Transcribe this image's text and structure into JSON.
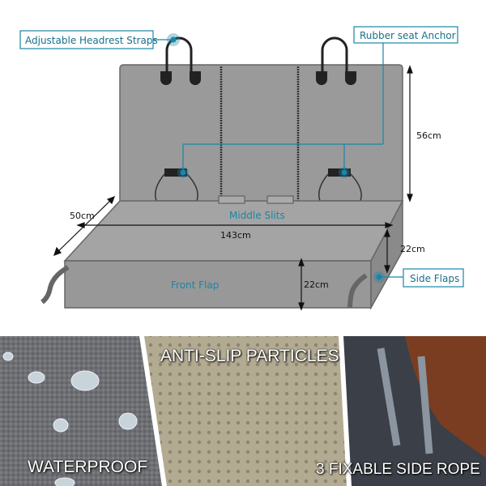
{
  "callouts": {
    "headrest_straps": "Adjustable Headrest Straps",
    "rubber_anchor": "Rubber seat Anchor",
    "side_flaps": "Side Flaps",
    "middle_slits": "Middle Slits",
    "front_flap": "Front Flap"
  },
  "dimensions": {
    "back_height": "56cm",
    "seat_depth": "50cm",
    "width": "143cm",
    "front_flap_height": "22cm",
    "side_flap_height": "22cm"
  },
  "features": {
    "waterproof": "WATERPROOF",
    "anti_slip": "ANTI-SLIP PARTICLES",
    "side_rope": "3 FIXABLE SIDE ROPE"
  },
  "colors": {
    "accent": "#1a86a8",
    "cover_gray": "#9a9a9a",
    "outline": "#555555"
  }
}
